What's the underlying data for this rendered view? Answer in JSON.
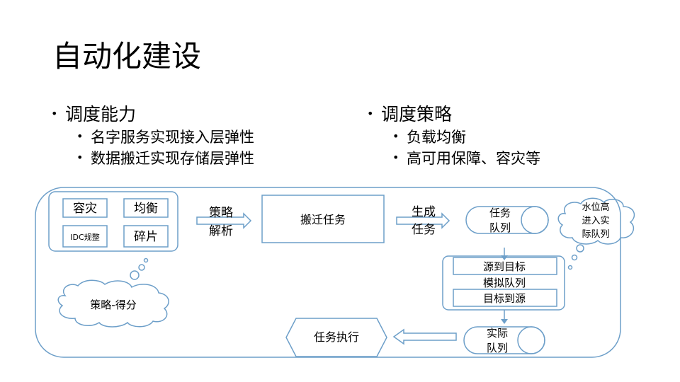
{
  "title": "自动化建设",
  "left": {
    "heading": "调度能力",
    "items": [
      "名字服务实现接入层弹性",
      "数据搬迁实现存储层弹性"
    ]
  },
  "right": {
    "heading": "调度策略",
    "items": [
      "负载均衡",
      "高可用保障、容灾等"
    ]
  },
  "diagram": {
    "tags": [
      "容灾",
      "均衡",
      "IDC规整",
      "碎片"
    ],
    "arrow1": [
      "策略",
      "解析"
    ],
    "migrate_task": "搬迁任务",
    "arrow2": [
      "生成",
      "任务"
    ],
    "task_queue": [
      "任务",
      "队列"
    ],
    "cloud_top": [
      "水位高",
      "进入实",
      "际队列"
    ],
    "sim_top": "源到目标",
    "sim_label": "模拟队列",
    "sim_bottom": "目标到源",
    "cloud_bottom": "策略-得分",
    "exec": "任务执行",
    "actual_queue": [
      "实际",
      "队列"
    ],
    "line_color": "#6d9fc9"
  }
}
